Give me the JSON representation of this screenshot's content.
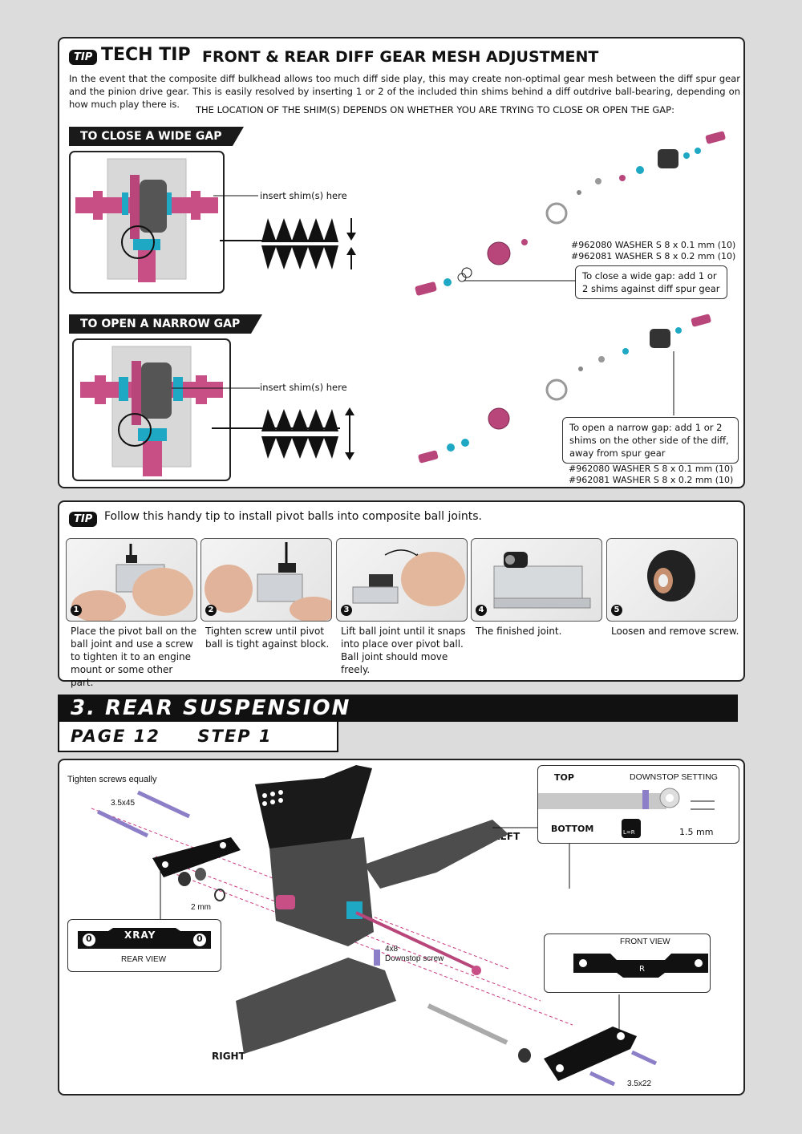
{
  "tech_tip": {
    "badge": "TIP",
    "title": "TECH TIP",
    "subtitle": "FRONT & REAR DIFF GEAR MESH ADJUSTMENT",
    "intro": "In the event that the composite diff bulkhead allows too much diff side play, this may create non-optimal gear mesh between the diff spur gear and the pinion drive gear. This is easily resolved by inserting 1 or 2 of the included thin shims behind a diff outdrive ball-bearing, depending on how much play there is.",
    "location_note": "THE LOCATION OF THE SHIM(S) DEPENDS ON WHETHER YOU ARE TRYING TO CLOSE OR OPEN THE GAP:",
    "close": {
      "heading": "TO CLOSE A WIDE GAP",
      "insert_label": "insert shim(s) here",
      "washer1": "#962080 WASHER S 8 x 0.1 mm (10)",
      "washer2": "#962081 WASHER S 8 x 0.2 mm (10)",
      "callout": "To close a wide gap: add 1 or 2 shims against diff spur gear"
    },
    "open": {
      "heading": "TO OPEN A NARROW GAP",
      "insert_label": "insert shim(s) here",
      "callout": "To open a narrow gap: add 1 or 2 shims on the other side of the diff, away from spur gear",
      "washer1": "#962080 WASHER S 8 x 0.1 mm (10)",
      "washer2": "#962081 WASHER S 8 x 0.2 mm (10)"
    }
  },
  "pivot_tip": {
    "badge": "TIP",
    "title": "Follow this handy tip to install pivot balls into composite ball joints.",
    "steps": [
      {
        "num": "1",
        "text": "Place the pivot ball on the ball joint and use a screw to tighten it to an engine mount or some other part."
      },
      {
        "num": "2",
        "text": "Tighten screw until pivot ball is tight against block."
      },
      {
        "num": "3",
        "text": "Lift ball joint until it snaps into place over pivot ball. Ball joint should move freely."
      },
      {
        "num": "4",
        "text": "The finished joint."
      },
      {
        "num": "5",
        "text": "Loosen and remove screw."
      }
    ]
  },
  "section": {
    "title": "3. REAR SUSPENSION",
    "page_step": "PAGE 12     STEP 1"
  },
  "diagram": {
    "tighten": "Tighten screws equally",
    "screw_top": "3.5x45",
    "mm2": "2 mm",
    "downstop_size": "4x8",
    "downstop_label": "Downstop screw",
    "left": "LEFT",
    "right": "RIGHT",
    "screw_bottom": "3.5x22",
    "rear_view": {
      "brand": "XRAY",
      "left_mark": "0",
      "right_mark": "0",
      "label": "REAR VIEW"
    },
    "front_view": {
      "label": "FRONT VIEW",
      "mark": "R"
    },
    "downstop_box": {
      "top": "TOP",
      "bottom": "BOTTOM",
      "setting": "DOWNSTOP SETTING",
      "value": "1.5 mm",
      "lr": "L=R"
    }
  }
}
